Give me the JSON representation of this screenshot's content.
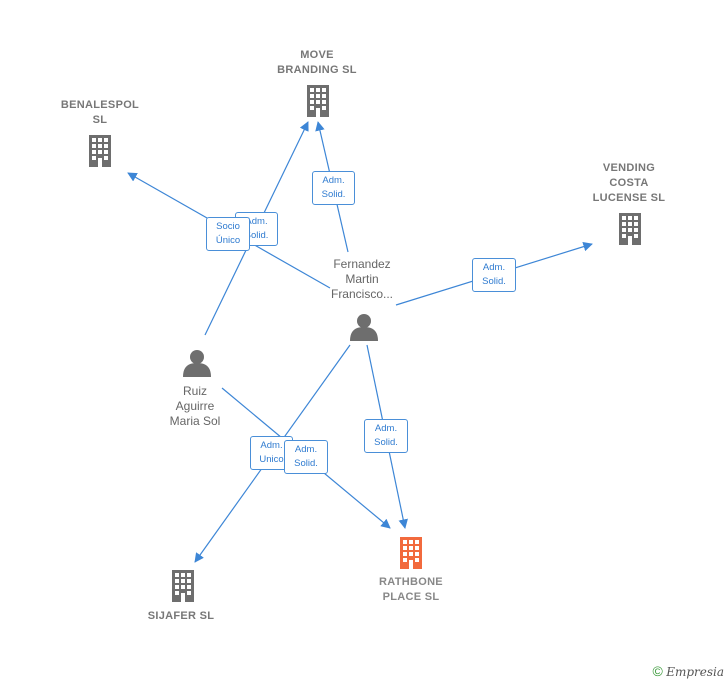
{
  "nodes": {
    "move_branding": {
      "label": "MOVE\nBRANDING SL"
    },
    "benalespol": {
      "label": "BENALESPOL\nSL"
    },
    "vending": {
      "label": "VENDING\nCOSTA\nLUCENSE SL"
    },
    "fernandez": {
      "label": "Fernandez\nMartin\nFrancisco..."
    },
    "ruiz": {
      "label": "Ruiz\nAguirre\nMaria Sol"
    },
    "rathbone": {
      "label": "RATHBONE\nPLACE SL"
    },
    "sijafer": {
      "label": "SIJAFER SL"
    }
  },
  "edge_tags": {
    "adm_solid_move": "Adm.\nSolid.",
    "adm_solid_benalespol": "Adm.\nSolid.",
    "socio_unico": "Socio\nÚnico",
    "adm_solid_vending": "Adm.\nSolid.",
    "adm_solid_rathbone_f": "Adm.\nSolid.",
    "adm_unico_sijafer": "Adm.\nUnico",
    "adm_solid_rathbone_r": "Adm.\nSolid."
  },
  "footer": {
    "copyright": "©",
    "brand": "Empresia"
  },
  "colors": {
    "edge": "#3d86d6",
    "company": "#6e6e6e",
    "focus": "#f26a3d",
    "person": "#6e6e6e"
  }
}
